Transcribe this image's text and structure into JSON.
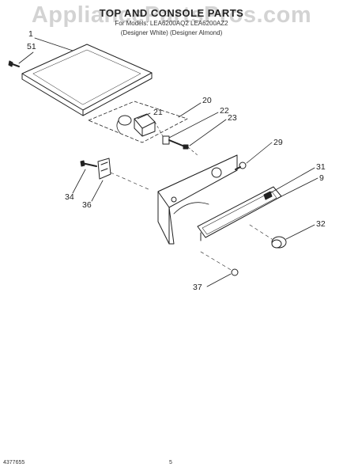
{
  "watermark": "AppliancePartsPros.com",
  "header": {
    "title": "TOP AND CONSOLE PARTS",
    "model_line": "For Models: LEA6200AQ2 LEA6200AZ2",
    "color_line": "(Designer White) (Designer Almond)"
  },
  "callouts": [
    {
      "id": "1",
      "label": "1"
    },
    {
      "id": "51",
      "label": "51"
    },
    {
      "id": "20",
      "label": "20"
    },
    {
      "id": "21",
      "label": "21"
    },
    {
      "id": "22",
      "label": "22"
    },
    {
      "id": "23",
      "label": "23"
    },
    {
      "id": "29",
      "label": "29"
    },
    {
      "id": "31",
      "label": "31"
    },
    {
      "id": "9",
      "label": "9"
    },
    {
      "id": "32",
      "label": "32"
    },
    {
      "id": "34",
      "label": "34"
    },
    {
      "id": "36",
      "label": "36"
    },
    {
      "id": "37",
      "label": "37"
    }
  ],
  "footer": {
    "doc_number": "4377655",
    "page": "5"
  }
}
